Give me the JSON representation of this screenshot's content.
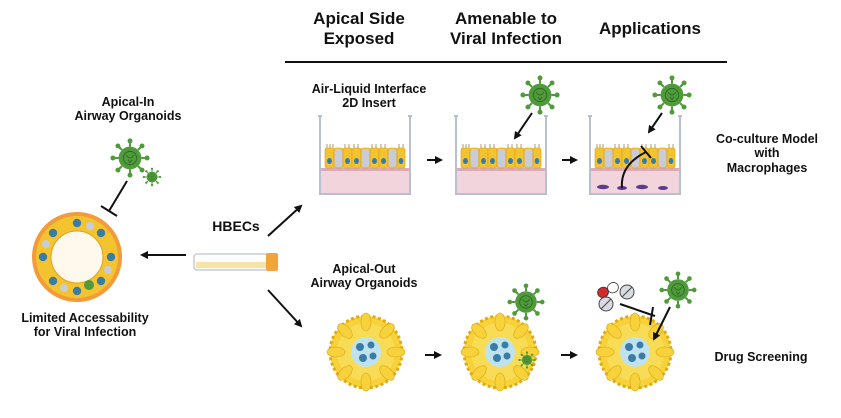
{
  "headers": {
    "apical_side": [
      "Apical Side",
      "Exposed"
    ],
    "viral_infection": [
      "Amenable to",
      "Viral Infection"
    ],
    "applications": "Applications"
  },
  "left": {
    "title": [
      "Apical-In",
      "Airway Organoids"
    ],
    "caption": [
      "Limited Accessability",
      "for Viral Infection"
    ]
  },
  "center": {
    "hbecs": "HBECs"
  },
  "top_row": {
    "title": [
      "Air-Liquid Interface",
      "2D Insert"
    ],
    "application": [
      "Co-culture Model",
      "with",
      "Macrophages"
    ]
  },
  "bottom_row": {
    "title": [
      "Apical-Out",
      "Airway Organoids"
    ],
    "application": "Drug Screening"
  },
  "colors": {
    "virus": "#4f9a3a",
    "epithelium": "#f4c430",
    "organoid": "#f7d23a",
    "nucleus": "#3a7ca5",
    "medium": "#f1d4dc",
    "macrophage": "#5b3c8a",
    "tube_cap": "#f2a33a"
  }
}
